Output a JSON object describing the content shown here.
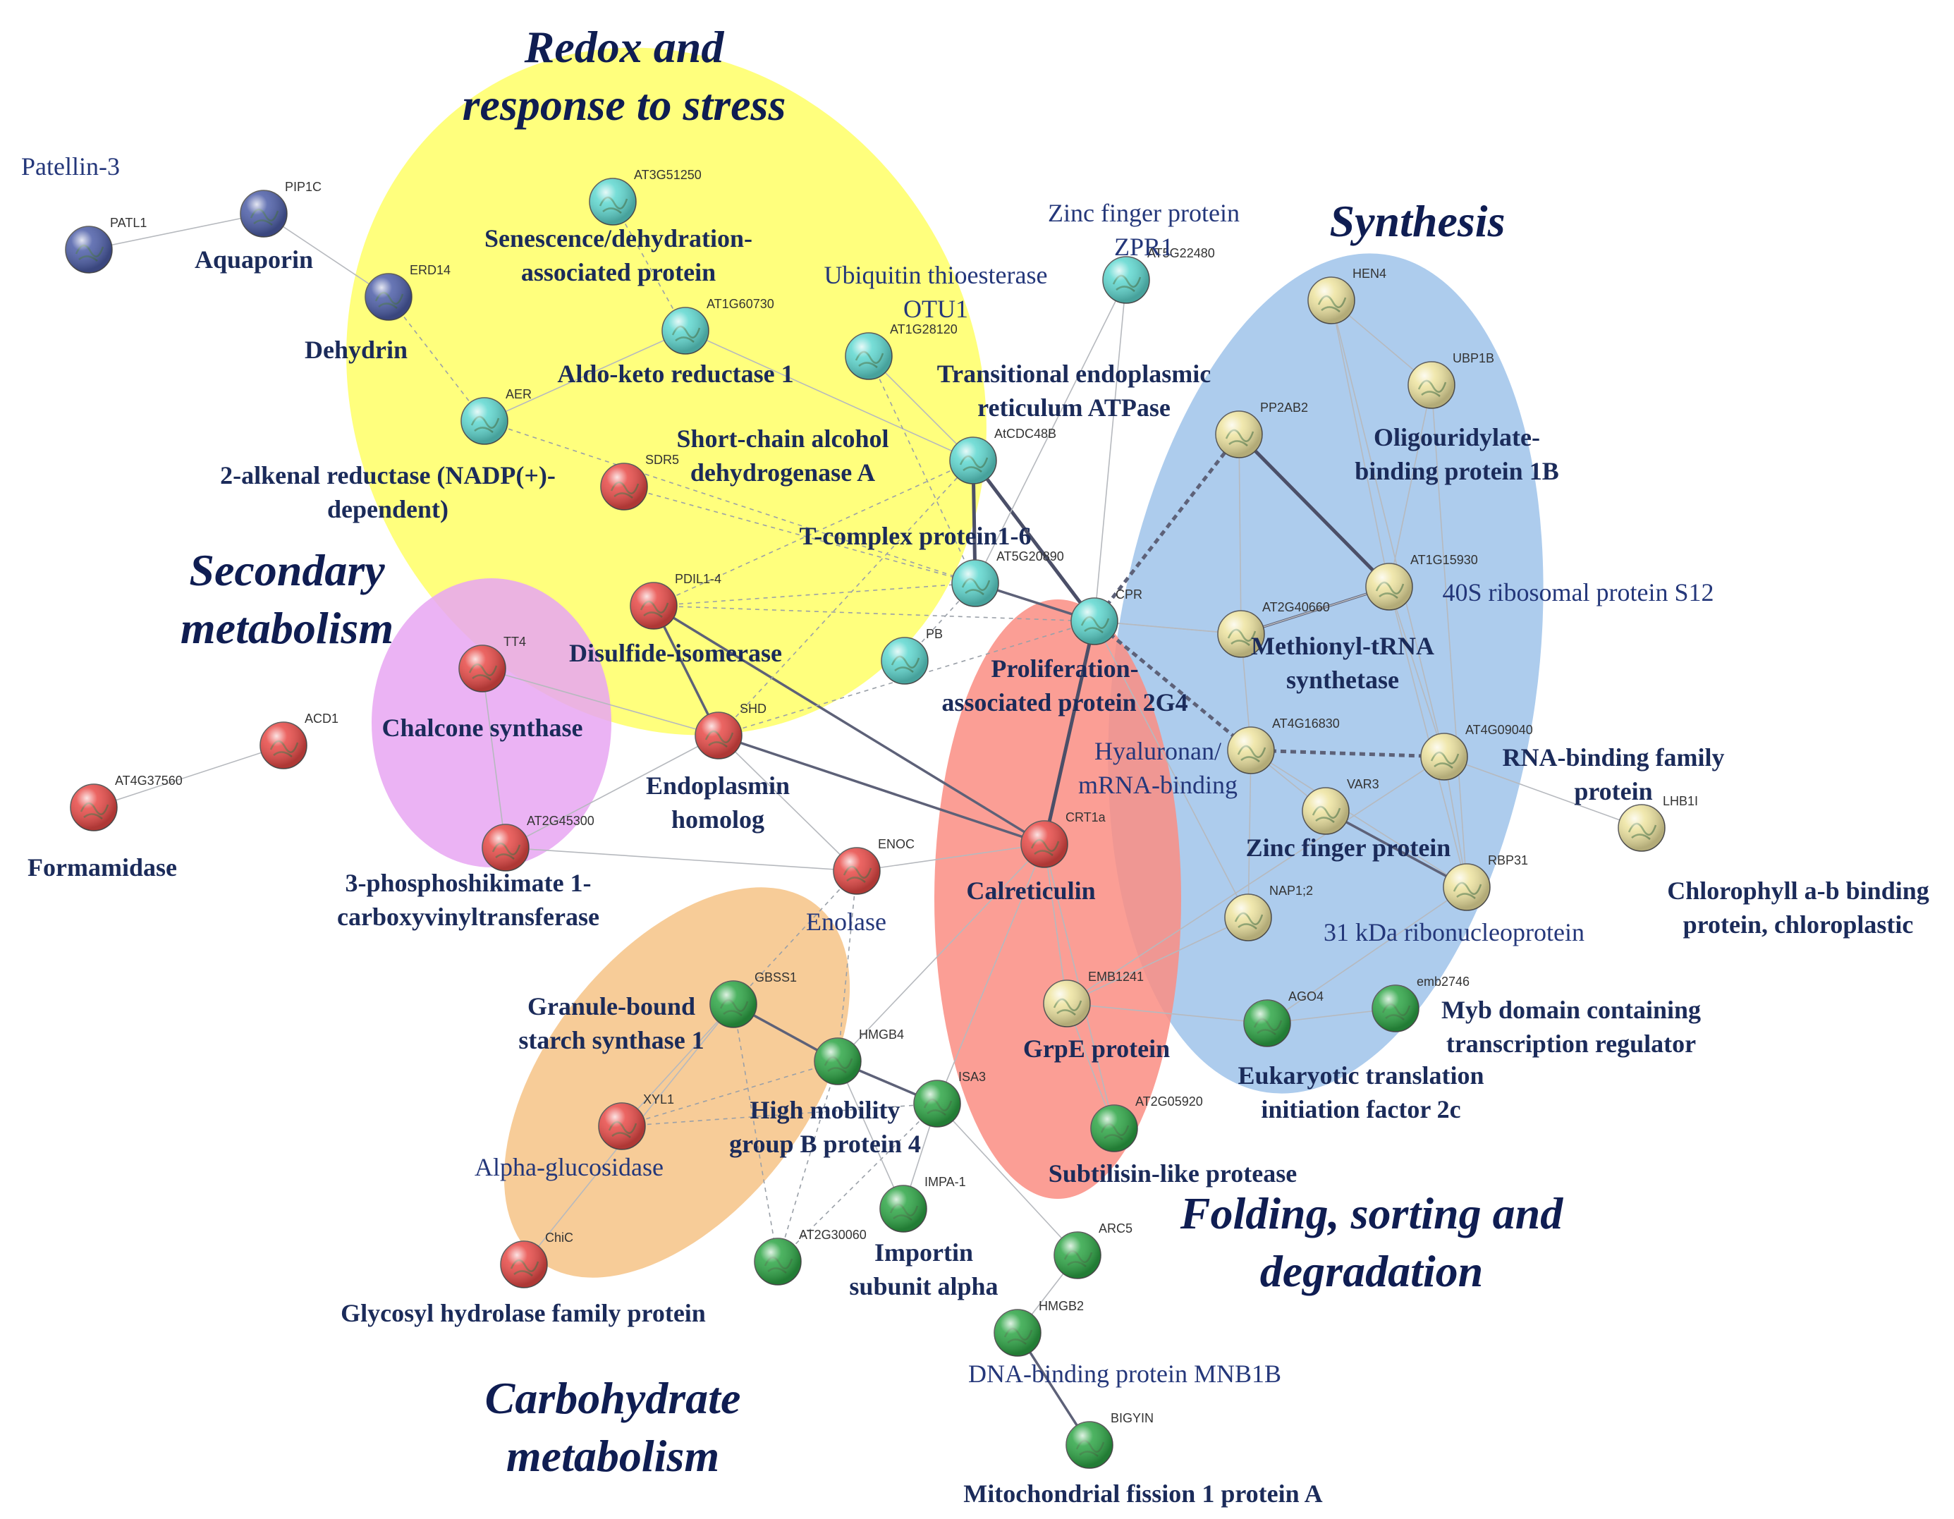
{
  "groups": [
    {
      "lines": [
        "Redox and",
        "response to stress"
      ],
      "color": "#ffff66"
    },
    {
      "lines": [
        "Synthesis"
      ],
      "color": "#9fc3ea"
    },
    {
      "lines": [
        "Secondary",
        "metabolism"
      ],
      "color": "#e8a6f2"
    },
    {
      "lines": [
        "Folding, sorting and",
        "degradation"
      ],
      "color": "#fa8d82"
    },
    {
      "lines": [
        "Carbohydrate",
        "metabolism"
      ],
      "color": "#f6c386"
    }
  ],
  "node_colors": {
    "blue": "#4d5ea8",
    "cyan": "#5fd8d0",
    "red": "#e84a47",
    "yellow": "#eee4a0",
    "green": "#2ea646"
  },
  "nodes": [
    {
      "id": "PATL1",
      "color": "blue",
      "label": [
        "Patellin-3"
      ]
    },
    {
      "id": "PIP1C",
      "color": "blue",
      "label": [
        "Aquaporin"
      ]
    },
    {
      "id": "ERD14",
      "color": "blue",
      "label": [
        "Dehydrin"
      ]
    },
    {
      "id": "AT3G51250",
      "color": "cyan",
      "label": [
        "Senescence/dehydration-",
        "associated protein"
      ]
    },
    {
      "id": "AT1G60730",
      "color": "cyan",
      "label": [
        "Aldo-keto reductase 1"
      ]
    },
    {
      "id": "AT1G28120",
      "color": "cyan",
      "label": [
        "Ubiquitin thioesterase",
        "OTU1"
      ]
    },
    {
      "id": "AER",
      "color": "cyan",
      "label": [
        "2-alkenal reductase (NADP(+)-",
        "dependent)"
      ]
    },
    {
      "id": "SDR5",
      "color": "red",
      "label": [
        "Short-chain alcohol",
        "dehydrogenase A"
      ]
    },
    {
      "id": "AtCDC48B",
      "color": "cyan",
      "label": [
        "Transitional endoplasmic",
        "reticulum ATPase"
      ]
    },
    {
      "id": "AT5G20890",
      "color": "cyan",
      "label": [
        "T-complex protein1-6"
      ]
    },
    {
      "id": "AT5G22480",
      "color": "cyan",
      "label": [
        "Zinc finger protein",
        "ZPR1"
      ]
    },
    {
      "id": "CPR",
      "color": "cyan",
      "label": [
        "Proliferation-",
        "associated protein 2G4"
      ]
    },
    {
      "id": "PB",
      "color": "cyan",
      "label": []
    },
    {
      "id": "PDIL1-4",
      "color": "red",
      "label": [
        "Disulfide-isomerase"
      ]
    },
    {
      "id": "SHD",
      "color": "red",
      "label": [
        "Endoplasmin",
        "homolog"
      ]
    },
    {
      "id": "TT4",
      "color": "red",
      "label": [
        "Chalcone synthase"
      ]
    },
    {
      "id": "ACD1",
      "color": "red",
      "label": []
    },
    {
      "id": "AT4G37560",
      "color": "red",
      "label": [
        "Formamidase"
      ]
    },
    {
      "id": "AT2G45300",
      "color": "red",
      "label": [
        "3-phosphoshikimate 1-",
        "carboxyvinyltransferase"
      ]
    },
    {
      "id": "ENOC",
      "color": "red",
      "label": [
        "Enolase"
      ]
    },
    {
      "id": "CRT1a",
      "color": "red",
      "label": [
        "Calreticulin"
      ]
    },
    {
      "id": "XYL1",
      "color": "red",
      "label": [
        "Alpha-glucosidase"
      ]
    },
    {
      "id": "ChiC",
      "color": "red",
      "label": [
        "Glycosyl hydrolase family protein"
      ]
    },
    {
      "id": "HEN4",
      "color": "yellow",
      "label": []
    },
    {
      "id": "UBP1B",
      "color": "yellow",
      "label": [
        "Oligouridylate-",
        "binding protein 1B"
      ]
    },
    {
      "id": "PP2AB2",
      "color": "yellow",
      "label": []
    },
    {
      "id": "AT1G15930",
      "color": "yellow",
      "label": [
        "40S ribosomal protein S12"
      ]
    },
    {
      "id": "AT2G40660",
      "color": "yellow",
      "label": [
        "Methionyl-tRNA",
        "synthetase"
      ]
    },
    {
      "id": "AT4G16830",
      "color": "yellow",
      "label": [
        "Hyaluronan/",
        "mRNA-binding"
      ]
    },
    {
      "id": "AT4G09040",
      "color": "yellow",
      "label": [
        "RNA-binding family",
        "protein"
      ]
    },
    {
      "id": "VAR3",
      "color": "yellow",
      "label": [
        "Zinc finger protein"
      ]
    },
    {
      "id": "LHB1I",
      "color": "yellow",
      "label": [
        "Chlorophyll  a-b binding",
        "protein, chloroplastic"
      ]
    },
    {
      "id": "RBP31",
      "color": "yellow",
      "label": [
        "31 kDa ribonucleoprotein"
      ]
    },
    {
      "id": "NAP1;2",
      "color": "yellow",
      "label": []
    },
    {
      "id": "EMB1241",
      "color": "yellow",
      "label": [
        "GrpE protein"
      ]
    },
    {
      "id": "AGO4",
      "color": "green",
      "label": [
        "Eukaryotic translation",
        "initiation factor 2c"
      ]
    },
    {
      "id": "emb2746",
      "color": "green",
      "label": [
        "Myb domain containing",
        "transcription regulator"
      ]
    },
    {
      "id": "GBSS1",
      "color": "green",
      "label": [
        "Granule-bound",
        "starch synthase 1"
      ]
    },
    {
      "id": "HMGB4",
      "color": "green",
      "label": [
        "High mobility",
        "group B protein 4"
      ]
    },
    {
      "id": "ISA3",
      "color": "green",
      "label": []
    },
    {
      "id": "AT2G05920",
      "color": "green",
      "label": [
        "Subtilisin-like protease"
      ]
    },
    {
      "id": "IMPA-1",
      "color": "green",
      "label": [
        "Importin",
        "subunit alpha"
      ]
    },
    {
      "id": "AT2G30060",
      "color": "green",
      "label": []
    },
    {
      "id": "ARC5",
      "color": "green",
      "label": []
    },
    {
      "id": "HMGB2",
      "color": "green",
      "label": [
        "DNA-binding protein MNB1B"
      ]
    },
    {
      "id": "BIGYIN",
      "color": "green",
      "label": [
        "Mitochondrial fission 1 protein A"
      ]
    }
  ],
  "edges": [
    [
      "PATL1",
      "PIP1C",
      "l"
    ],
    [
      "PIP1C",
      "ERD14",
      "l"
    ],
    [
      "ERD14",
      "AER",
      "d"
    ],
    [
      "AER",
      "AT1G60730",
      "l"
    ],
    [
      "AT1G60730",
      "AtCDC48B",
      "l"
    ],
    [
      "AT1G28120",
      "AtCDC48B",
      "l"
    ],
    [
      "AtCDC48B",
      "AT5G20890",
      "s"
    ],
    [
      "AtCDC48B",
      "CPR",
      "s"
    ],
    [
      "AT5G20890",
      "CPR",
      "m"
    ],
    [
      "CPR",
      "CRT1a",
      "s"
    ],
    [
      "CPR",
      "PP2AB2",
      "dd"
    ],
    [
      "CPR",
      "AT4G16830",
      "dd"
    ],
    [
      "AT4G16830",
      "AT4G09040",
      "dd"
    ],
    [
      "PP2AB2",
      "AT1G15930",
      "s"
    ],
    [
      "AT1G15930",
      "AT2G40660",
      "m"
    ],
    [
      "HEN4",
      "UBP1B",
      "l"
    ],
    [
      "HEN4",
      "AT1G15930",
      "l"
    ],
    [
      "UBP1B",
      "AT1G15930",
      "l"
    ],
    [
      "AT1G15930",
      "AT4G09040",
      "l"
    ],
    [
      "AT4G09040",
      "RBP31",
      "l"
    ],
    [
      "AT4G09040",
      "LHB1I",
      "l"
    ],
    [
      "VAR3",
      "RBP31",
      "m"
    ],
    [
      "PDIL1-4",
      "SHD",
      "m"
    ],
    [
      "PDIL1-4",
      "CRT1a",
      "m"
    ],
    [
      "SHD",
      "CRT1a",
      "m"
    ],
    [
      "TT4",
      "AT2G45300",
      "l"
    ],
    [
      "ACD1",
      "AT4G37560",
      "l"
    ],
    [
      "GBSS1",
      "HMGB4",
      "m"
    ],
    [
      "HMGB4",
      "ISA3",
      "m"
    ],
    [
      "XYL1",
      "HMGB4",
      "d"
    ],
    [
      "ARC5",
      "HMGB2",
      "l"
    ],
    [
      "HMGB2",
      "BIGYIN",
      "m"
    ],
    [
      "AT5G22480",
      "CPR",
      "l"
    ],
    [
      "AT5G22480",
      "AT5G20890",
      "l"
    ],
    [
      "SDR5",
      "AT5G20890",
      "d"
    ],
    [
      "AER",
      "AT5G20890",
      "d"
    ],
    [
      "PDIL1-4",
      "AT5G20890",
      "d"
    ],
    [
      "SHD",
      "AtCDC48B",
      "d"
    ],
    [
      "PB",
      "AT5G20890",
      "d"
    ],
    [
      "ENOC",
      "CRT1a",
      "l"
    ],
    [
      "ENOC",
      "AT2G45300",
      "l"
    ],
    [
      "EMB1241",
      "CRT1a",
      "l"
    ],
    [
      "EMB1241",
      "AT2G05920",
      "l"
    ],
    [
      "AGO4",
      "emb2746",
      "l"
    ],
    [
      "AGO4",
      "EMB1241",
      "l"
    ],
    [
      "AT2G40660",
      "CPR",
      "l"
    ],
    [
      "AT2G40660",
      "AT4G16830",
      "l"
    ],
    [
      "NAP1;2",
      "AT4G16830",
      "l"
    ],
    [
      "NAP1;2",
      "CPR",
      "l"
    ],
    [
      "RBP31",
      "AT4G16830",
      "l"
    ],
    [
      "ISA3",
      "ARC5",
      "l"
    ],
    [
      "ISA3",
      "IMPA-1",
      "l"
    ],
    [
      "ENOC",
      "GBSS1",
      "d"
    ],
    [
      "ENOC",
      "HMGB4",
      "d"
    ],
    [
      "CRT1a",
      "ISA3",
      "l"
    ],
    [
      "CRT1a",
      "HMGB4",
      "l"
    ],
    [
      "SHD",
      "ENOC",
      "l"
    ],
    [
      "TT4",
      "SHD",
      "l"
    ],
    [
      "AT2G30060",
      "HMGB4",
      "d"
    ],
    [
      "AT2G30060",
      "ISA3",
      "d"
    ],
    [
      "IMPA-1",
      "HMGB4",
      "l"
    ],
    [
      "ChiC",
      "GBSS1",
      "l"
    ],
    [
      "XYL1",
      "GBSS1",
      "l"
    ],
    [
      "AT3G51250",
      "AT1G60730",
      "d"
    ],
    [
      "AT1G28120",
      "AT5G20890",
      "d"
    ],
    [
      "AT2G40660",
      "AT1G15930",
      "l"
    ],
    [
      "AT2G40660",
      "PP2AB2",
      "l"
    ],
    [
      "CPR",
      "AT2G40660",
      "l"
    ],
    [
      "VAR3",
      "AT4G16830",
      "l"
    ],
    [
      "NAP1;2",
      "EMB1241",
      "l"
    ],
    [
      "RBP31",
      "AGO4",
      "l"
    ],
    [
      "AT4G09040",
      "EMB1241",
      "l"
    ],
    [
      "PDIL1-4",
      "CPR",
      "d"
    ],
    [
      "SHD",
      "CPR",
      "d"
    ],
    [
      "AtCDC48B",
      "PDIL1-4",
      "d"
    ],
    [
      "CRT1a",
      "AT2G05920",
      "l"
    ],
    [
      "AT1G15930",
      "RBP31",
      "l"
    ],
    [
      "UBP1B",
      "RBP31",
      "l"
    ],
    [
      "HEN4",
      "AT4G09040",
      "l"
    ],
    [
      "AT2G45300",
      "SHD",
      "l"
    ],
    [
      "XYL1",
      "ISA3",
      "d"
    ],
    [
      "GBSS1",
      "AT2G30060",
      "d"
    ]
  ]
}
